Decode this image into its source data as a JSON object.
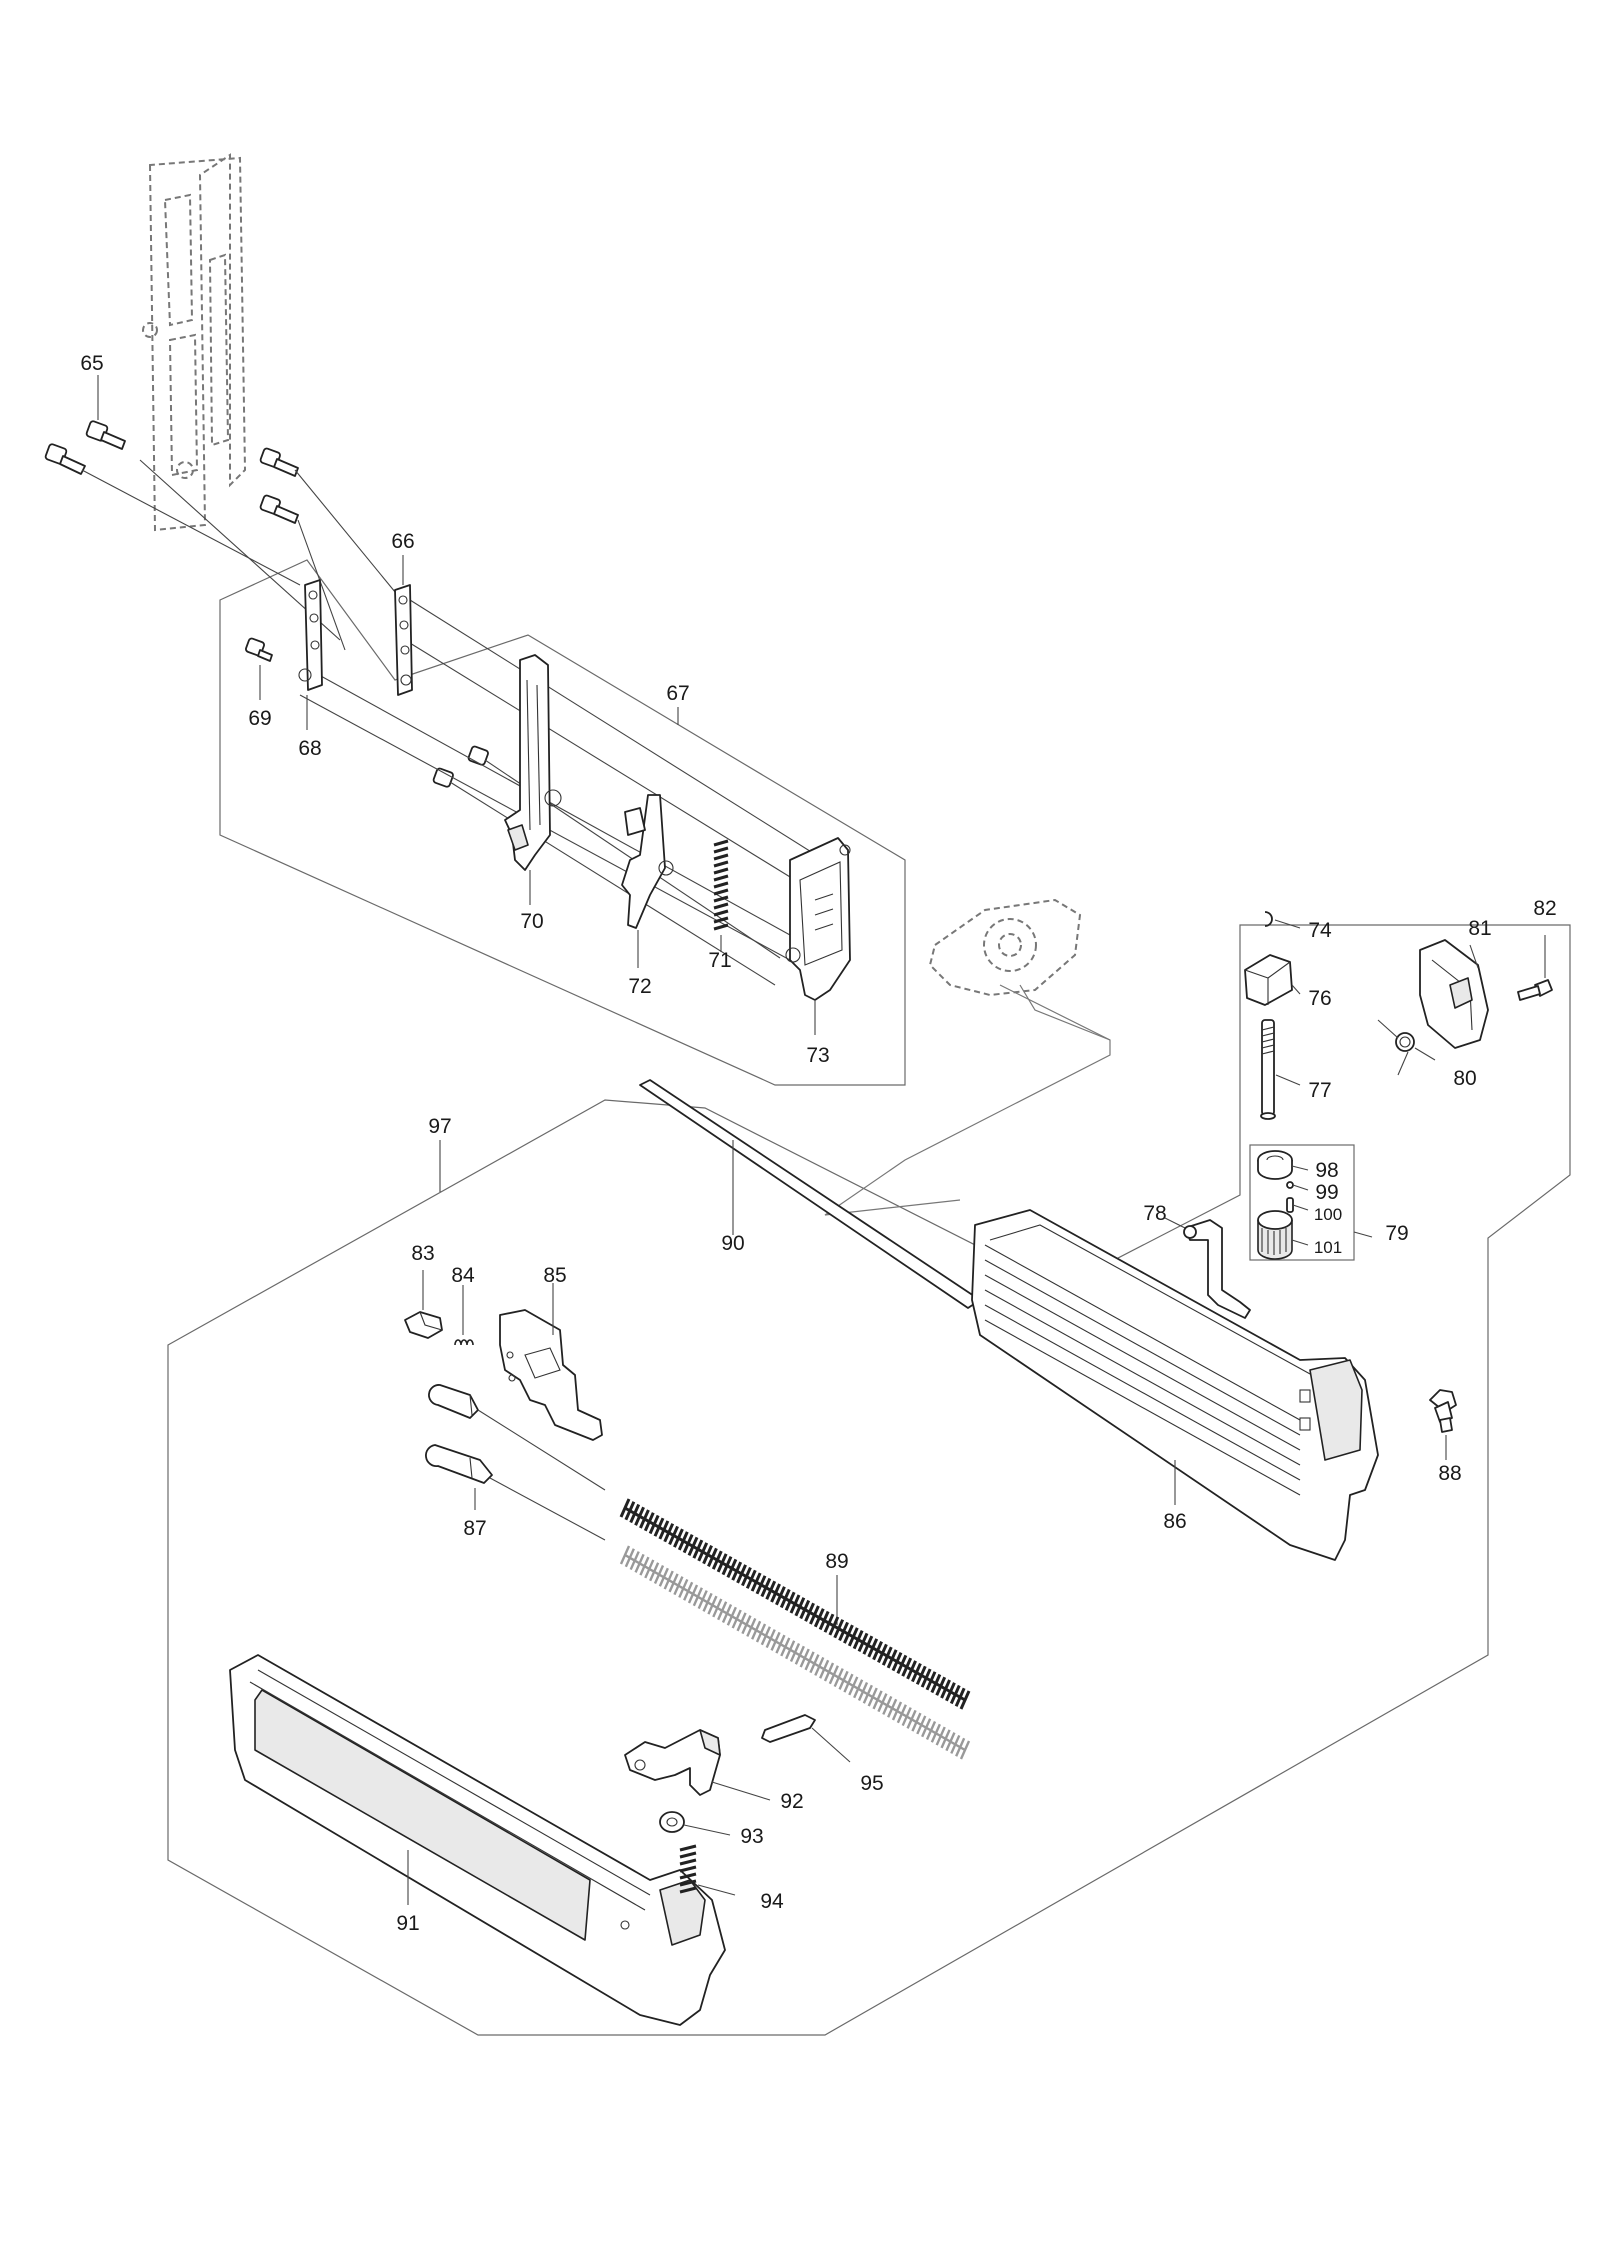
{
  "parts": {
    "p65": "65",
    "p66": "66",
    "p67": "67",
    "p68": "68",
    "p69": "69",
    "p70": "70",
    "p71": "71",
    "p72": "72",
    "p73": "73",
    "p74": "74",
    "p76": "76",
    "p77": "77",
    "p78": "78",
    "p79": "79",
    "p80": "80",
    "p81": "81",
    "p82": "82",
    "p83": "83",
    "p84": "84",
    "p85": "85",
    "p86": "86",
    "p87": "87",
    "p88": "88",
    "p89": "89",
    "p90": "90",
    "p91": "91",
    "p92": "92",
    "p93": "93",
    "p94": "94",
    "p95": "95",
    "p97": "97",
    "p98": "98",
    "p99": "99",
    "p100": "100",
    "p101": "101"
  }
}
